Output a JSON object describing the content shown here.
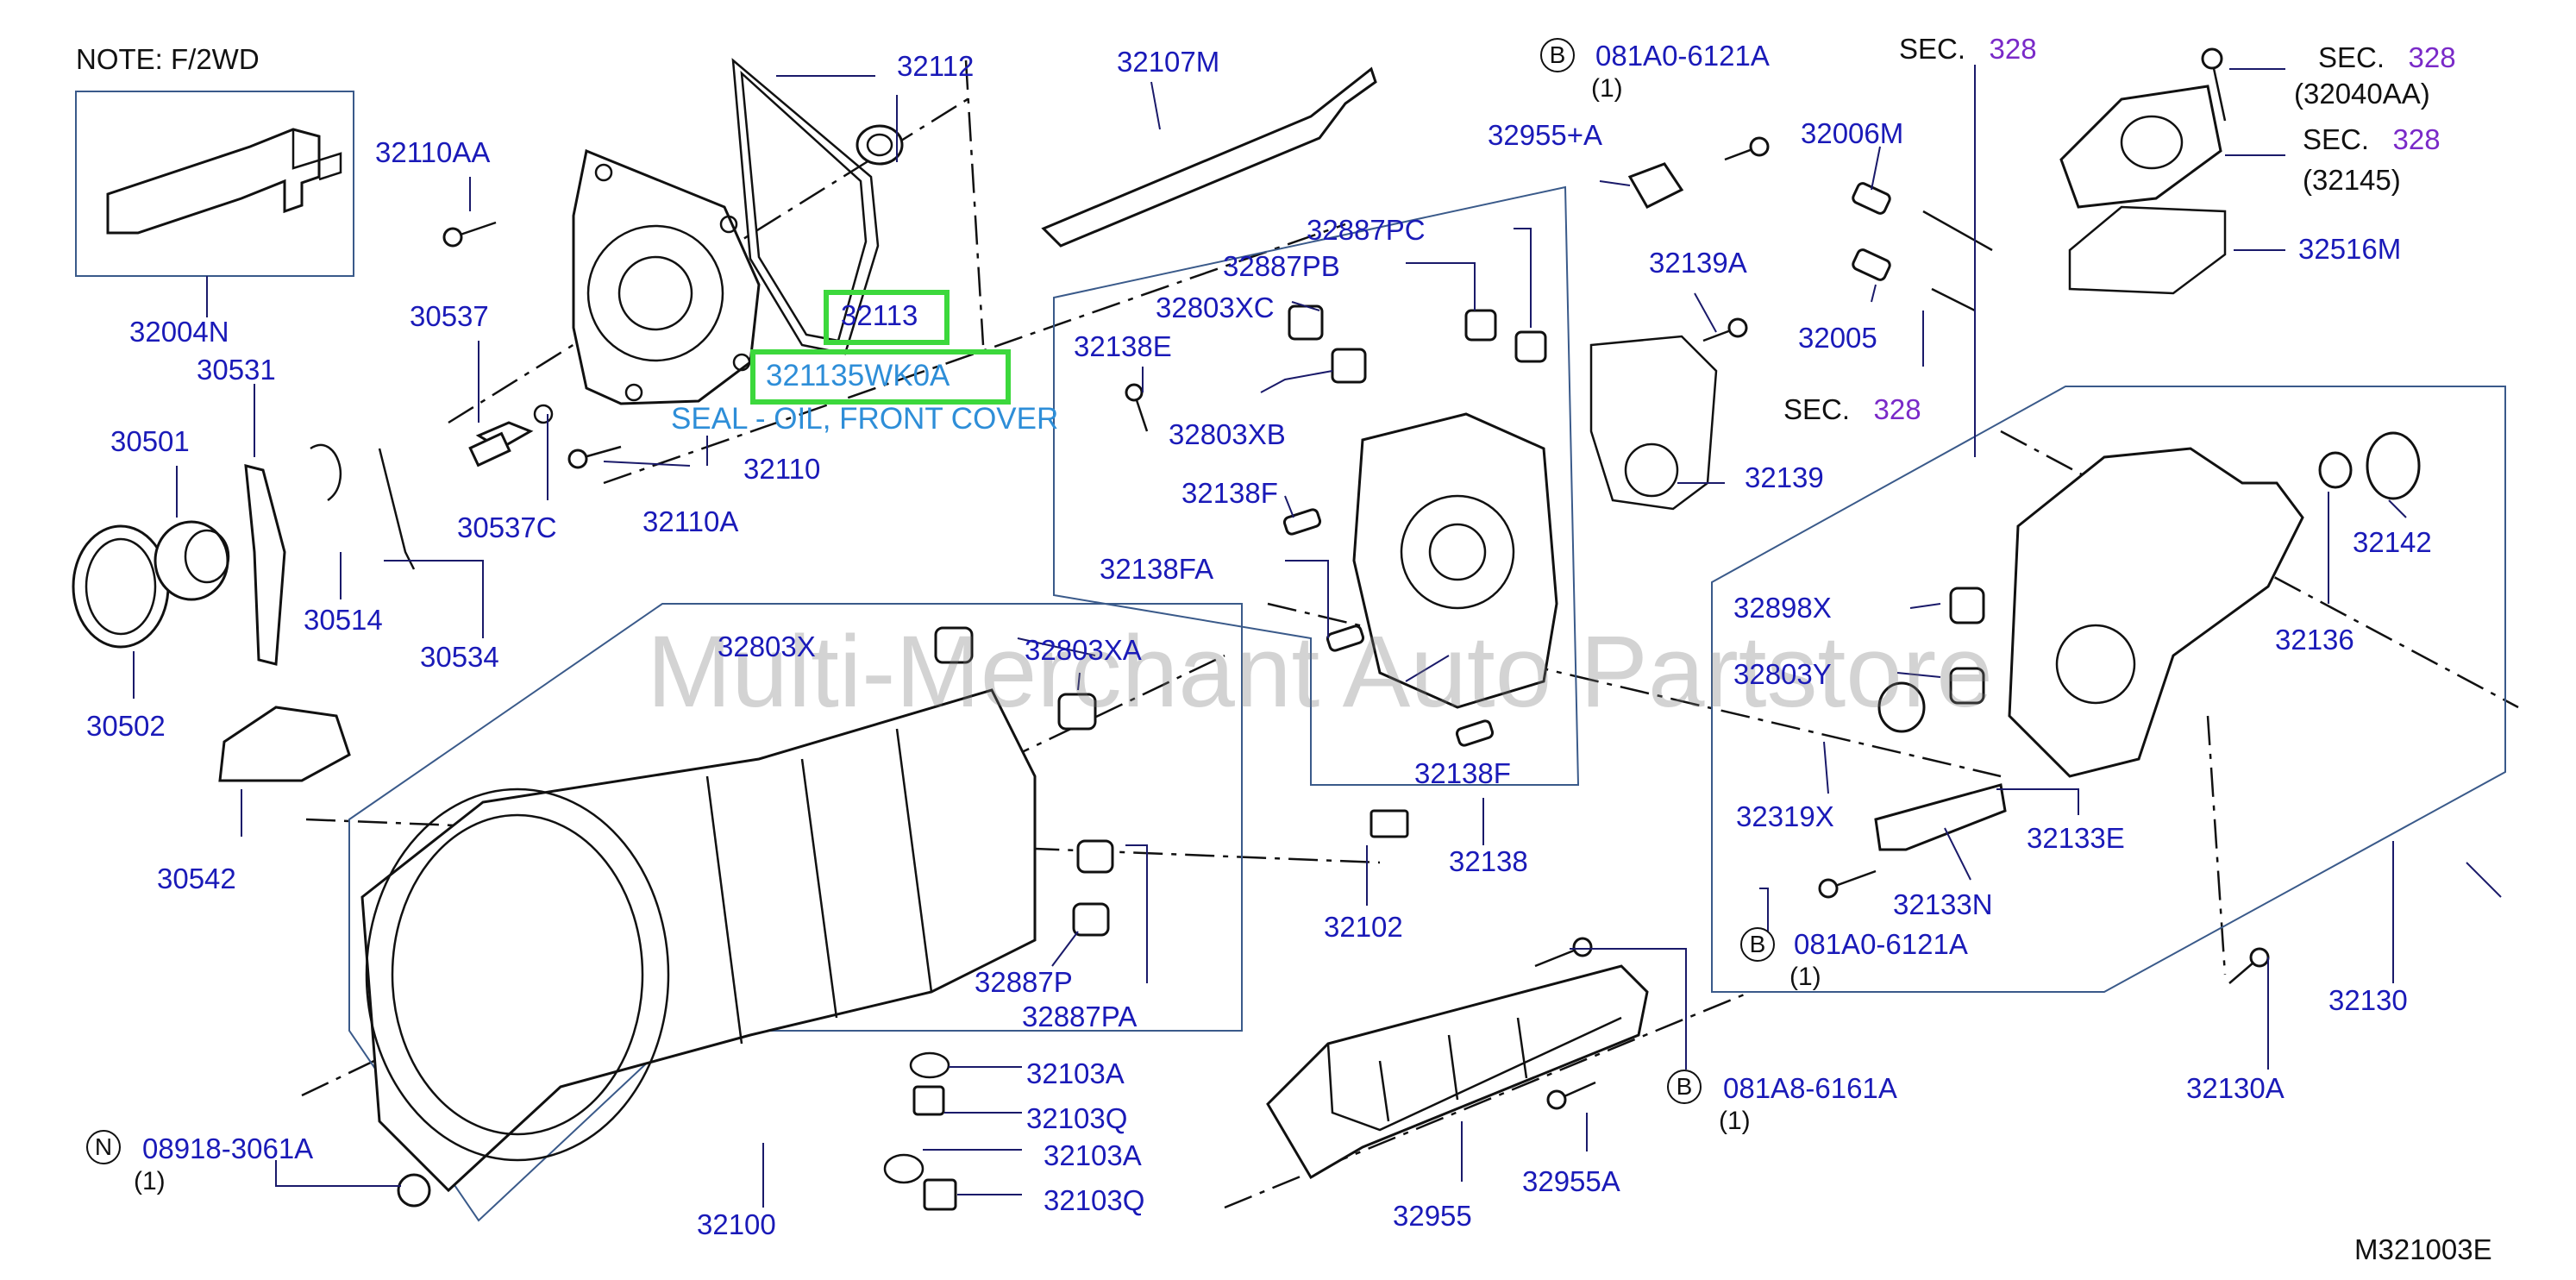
{
  "note": "NOTE:   F/2WD",
  "diagram_code": "M321003E",
  "watermark": "Multi-Merchant Auto Partstore",
  "highlight": {
    "part": "32113",
    "replacement": "321135WK0A",
    "description": "SEAL - OIL, FRONT COVER"
  },
  "labels": {
    "p32112": "32112",
    "p32107m": "32107M",
    "p32110aa": "32110AA",
    "p32004n": "32004N",
    "p30537": "30537",
    "p30531": "30531",
    "p30501": "30501",
    "p30537c": "30537C",
    "p32110": "32110",
    "p32110a": "32110A",
    "p30514": "30514",
    "p30534": "30534",
    "p30502": "30502",
    "p30542": "30542",
    "p32887pc": "32887PC",
    "p32887pb": "32887PB",
    "p32803xc": "32803XC",
    "p32138e": "32138E",
    "p32803xb": "32803XB",
    "p32138f_top": "32138F",
    "p32138fa": "32138FA",
    "p32803x": "32803X",
    "p32803xa": "32803XA",
    "p32138f_bot": "32138F",
    "p32138": "32138",
    "p32102": "32102",
    "p32887p": "32887P",
    "p32887pa": "32887PA",
    "p32103a_1": "32103A",
    "p32103q_1": "32103Q",
    "p32103a_2": "32103A",
    "p32103q_2": "32103Q",
    "p32100": "32100",
    "p32955": "32955",
    "p32955a": "32955A",
    "p32955plusa": "32955+A",
    "p32139a": "32139A",
    "p32139": "32139",
    "p32006m": "32006M",
    "p32005": "32005",
    "p32516m": "32516M",
    "p32142": "32142",
    "p32136": "32136",
    "p32898x": "32898X",
    "p32803y": "32803Y",
    "p32319x": "32319X",
    "p32133e": "32133E",
    "p32133n": "32133N",
    "p32130": "32130",
    "p32130a": "32130A",
    "sub_32040aa": "(32040AA)",
    "sub_32145": "(32145)"
  },
  "sec_refs": [
    {
      "prefix": "SEC.",
      "number": "328"
    },
    {
      "prefix": "SEC.",
      "number": "328"
    },
    {
      "prefix": "SEC.",
      "number": "328"
    },
    {
      "prefix": "SEC.",
      "number": "328"
    }
  ],
  "callouts": [
    {
      "badge": "B",
      "part": "081A0-6121A",
      "qty": "(1)"
    },
    {
      "badge": "B",
      "part": "081A0-6121A",
      "qty": "(1)"
    },
    {
      "badge": "B",
      "part": "081A8-6161A",
      "qty": "(1)"
    },
    {
      "badge": "N",
      "part": "08918-3061A",
      "qty": "(1)"
    }
  ]
}
